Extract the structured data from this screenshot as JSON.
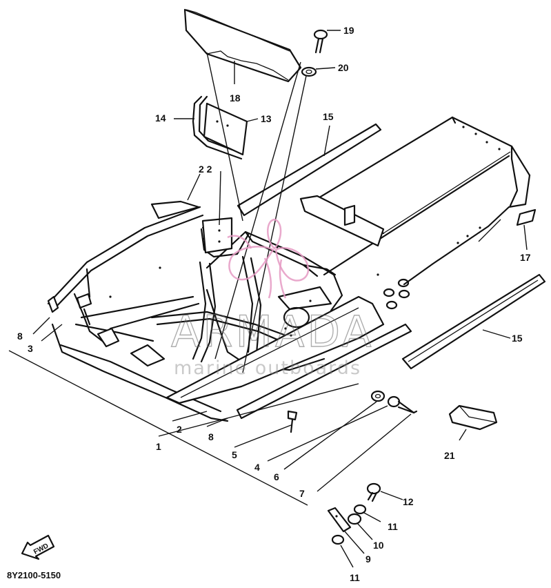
{
  "diagram": {
    "code": "8Y2100-5150",
    "fwd_label": "FWD",
    "watermark": {
      "brand": "ARMADA",
      "tagline": "marine outboards"
    },
    "callouts": {
      "c1": "1",
      "c2": "2",
      "c3": "3",
      "c4": "4",
      "c5": "5",
      "c6": "6",
      "c7": "7",
      "c8a": "8",
      "c8b": "8",
      "c9": "9",
      "c10": "10",
      "c11a": "11",
      "c11b": "11",
      "c12": "12",
      "c13": "13",
      "c14": "14",
      "c15a": "15",
      "c15b": "15",
      "c17": "17",
      "c18": "18",
      "c19": "19",
      "c20": "20",
      "c21": "21",
      "c22": "2 2"
    }
  }
}
